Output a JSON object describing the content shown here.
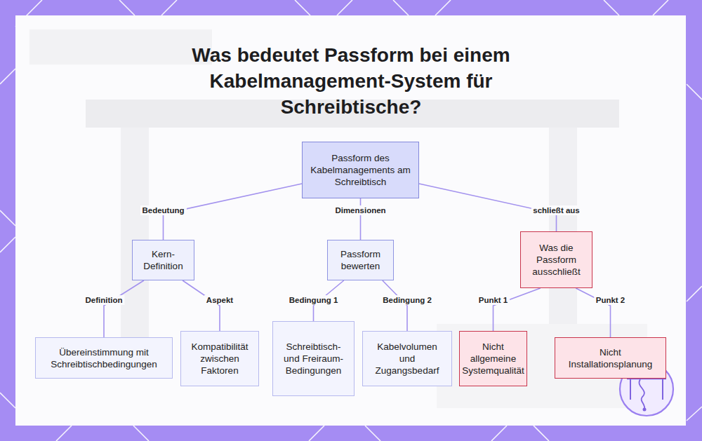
{
  "diagram": {
    "title": "Was bedeutet Passform bei einem Kabelmanagement-System für Schreibtische?",
    "nodes": [
      {
        "text": [
          "Passform des Kabelmanagements am Schreibtisch"
        ]
      },
      {
        "text": [
          "Kern-Definition"
        ]
      },
      {
        "text": [
          "Passform bewerten"
        ]
      },
      {
        "text": [
          "Was die Passform ausschließt"
        ]
      },
      {
        "text": [
          "Übereinstimmung mit Schreibtischbedingungen"
        ]
      },
      {
        "text": [
          "Kompatibilität zwischen Faktoren"
        ]
      },
      {
        "text": [
          "Schreibtisch- und Freiraum-Bedingungen"
        ]
      },
      {
        "text": [
          "Kabelvolumen und Zugangsbedarf"
        ]
      },
      {
        "text": [
          "Nicht allgemeine Systemqualität"
        ]
      },
      {
        "text": [
          "Nicht Installationsplanung"
        ]
      }
    ],
    "edges": [
      {
        "from": 0,
        "to": 1,
        "label": "Bedeutung",
        "arrow": "none"
      },
      {
        "from": 0,
        "to": 2,
        "label": "Dimensionen",
        "arrow": "none"
      },
      {
        "from": 0,
        "to": 3,
        "label": "schließt aus",
        "arrow": "none"
      },
      {
        "from": 1,
        "to": 4,
        "label": "Definition",
        "arrow": "none"
      },
      {
        "from": 1,
        "to": 5,
        "label": "Aspekt",
        "arrow": "none"
      },
      {
        "from": 2,
        "to": 6,
        "label": "Bedingung 1",
        "arrow": "none"
      },
      {
        "from": 2,
        "to": 7,
        "label": "Bedingung 2",
        "arrow": "none"
      },
      {
        "from": 3,
        "to": 8,
        "label": "Punkt 1",
        "arrow": "none"
      },
      {
        "from": 3,
        "to": 9,
        "label": "Punkt 2",
        "arrow": "none"
      }
    ]
  }
}
